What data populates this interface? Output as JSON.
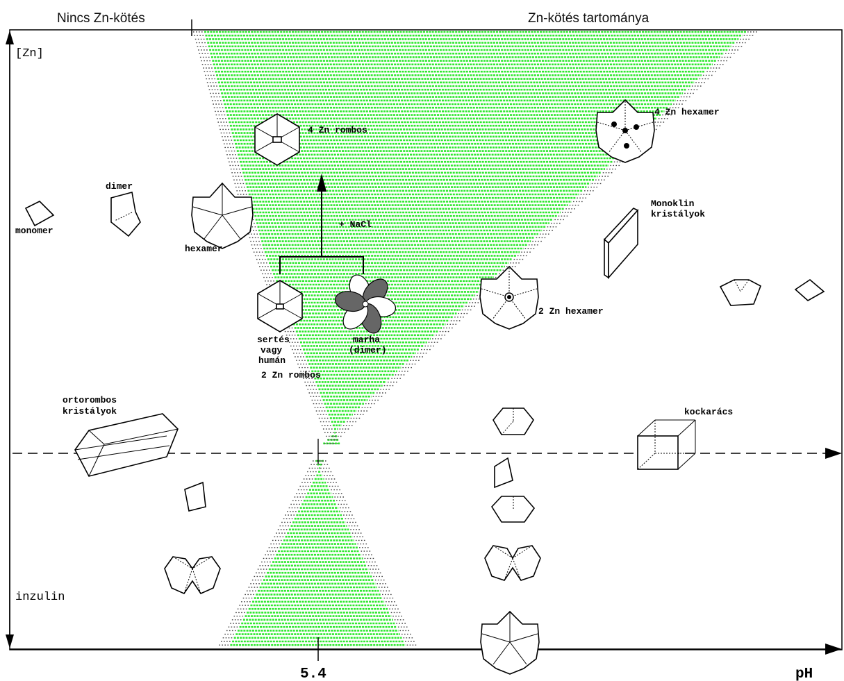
{
  "header": {
    "left_title": "Nincs Zn-kötés",
    "right_title": "Zn-kötés tartománya"
  },
  "axes": {
    "y_label_top": "[Zn]",
    "y_label_bottom": "inzulin",
    "x_label": "pH",
    "x_marker": "5.4"
  },
  "labels": {
    "monomer": "monomer",
    "dimer": "dimer",
    "hexamer": "hexamer",
    "rombos_4zn": "4 Zn rombos",
    "nacl": "+ NaCl",
    "sertes": "sertés",
    "vagy": "vagy",
    "human": "humán",
    "marha": "marha",
    "marha_dimer": "(dimer)",
    "rombos_2zn": "2 Zn rombos",
    "hexamer_4zn": "4 Zn hexamer",
    "hexamer_2zn": "2 Zn hexamer",
    "monoklin_1": "Monoklin",
    "monoklin_2": "kristályok",
    "ortorombos_1": "ortorombos",
    "ortorombos_2": "kristályok",
    "kockaracs": "kockarács"
  },
  "colors": {
    "band_fill": "#2fe82f",
    "band_edge": "#444444",
    "marha_petal": "#666666"
  }
}
